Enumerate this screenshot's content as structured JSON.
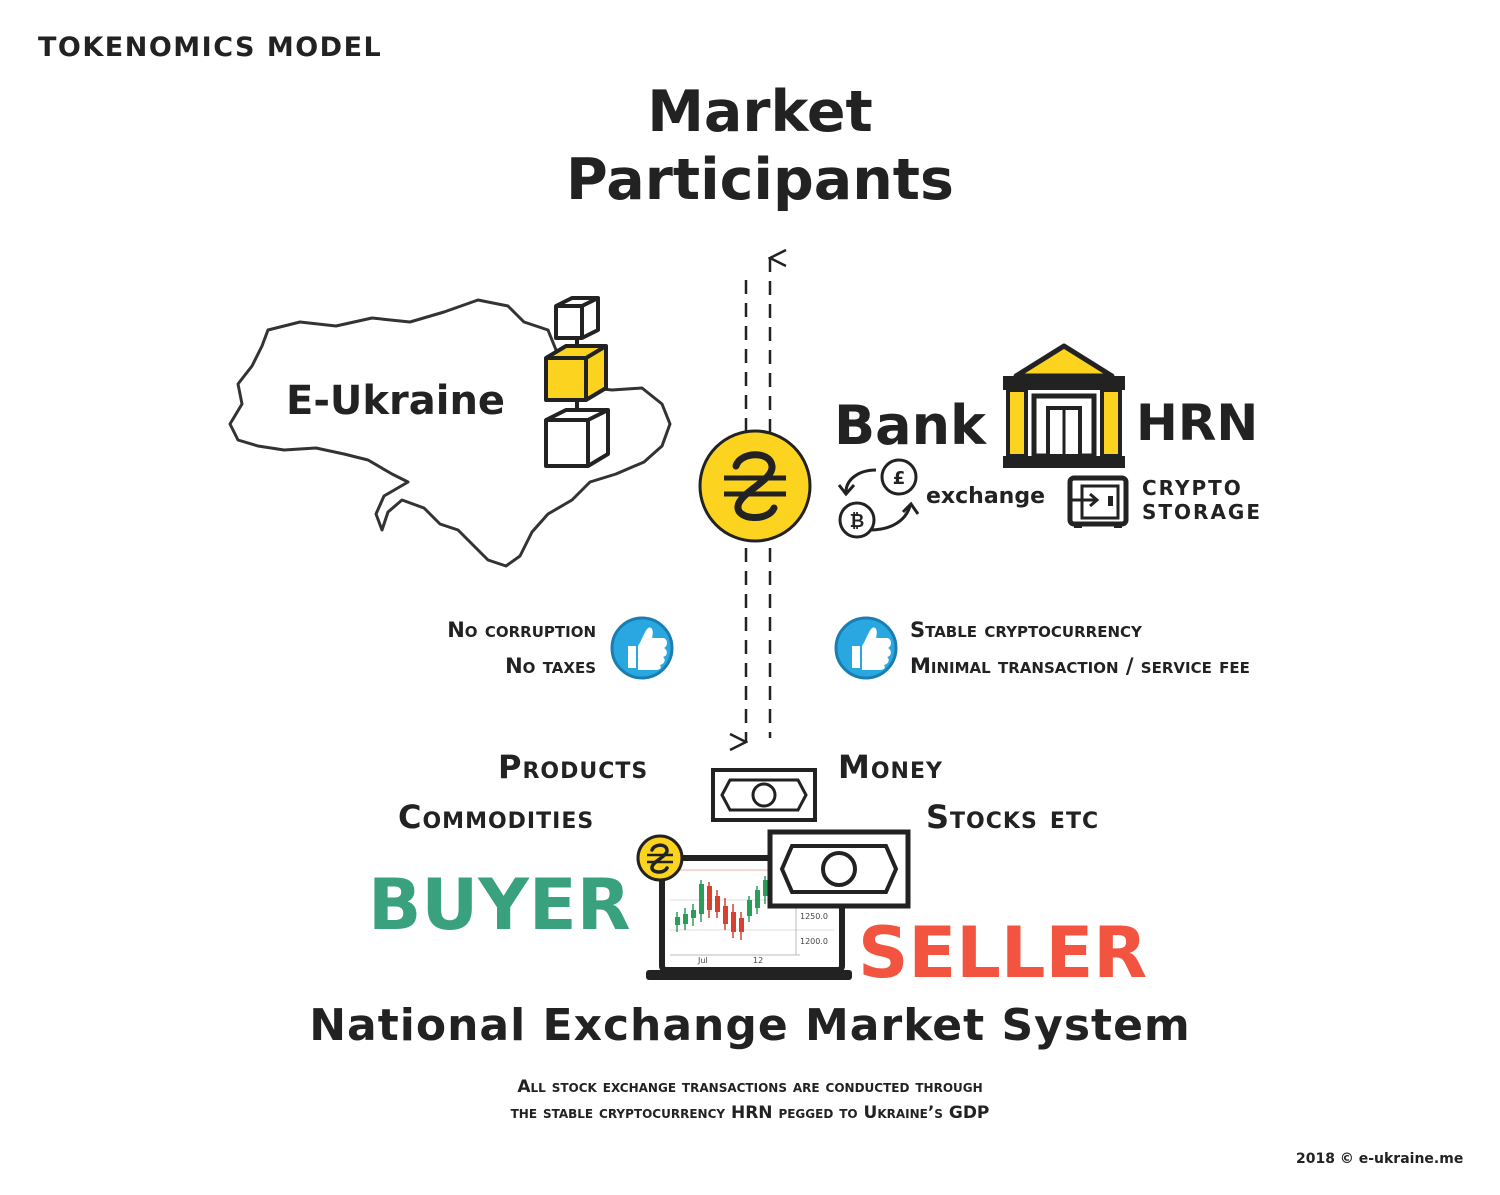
{
  "page": {
    "corner_title": "TOKENOMICS MODEL",
    "heading_line1": "Market",
    "heading_line2": "Participants"
  },
  "left_block": {
    "label": "E-Ukraine",
    "benefits": [
      "No corruption",
      "No taxes"
    ]
  },
  "right_block": {
    "bank_label": "Bank",
    "currency_label": "HRN",
    "exchange_label": "exchange",
    "storage_label_line1": "CRYPTO",
    "storage_label_line2": "STORAGE",
    "benefits": [
      "Stable cryptocurrency",
      "Minimal transaction / service fee"
    ]
  },
  "market": {
    "products": "Products",
    "commodities": "Commodities",
    "money": "Money",
    "stocks": "Stocks etc",
    "buyer": "BUYER",
    "seller": "SELLER",
    "chart_ticks": [
      "1250.0",
      "1200.0"
    ],
    "chart_dates": [
      "Jul",
      "12"
    ]
  },
  "footer": {
    "system_title": "National Exchange Market System",
    "note_line1": "All stock exchange transactions are conducted through",
    "note_line2": "the stable cryptocurrency HRN pegged to Ukraine’s GDP",
    "copyright": "2018 © e-ukraine.me"
  },
  "colors": {
    "coin_yellow": "#fcd41f",
    "buyer_green": "#3aa17e",
    "seller_red": "#f25440",
    "thumb_blue": "#29a7e1",
    "ink": "#222222"
  },
  "icons": [
    "blockchain-cubes-icon",
    "hryvnia-coin-icon",
    "bank-building-icon",
    "currency-exchange-icon",
    "pound-icon",
    "bitcoin-icon",
    "crypto-safe-icon",
    "thumbs-up-icon",
    "banknote-icon",
    "laptop-candlestick-icon"
  ]
}
